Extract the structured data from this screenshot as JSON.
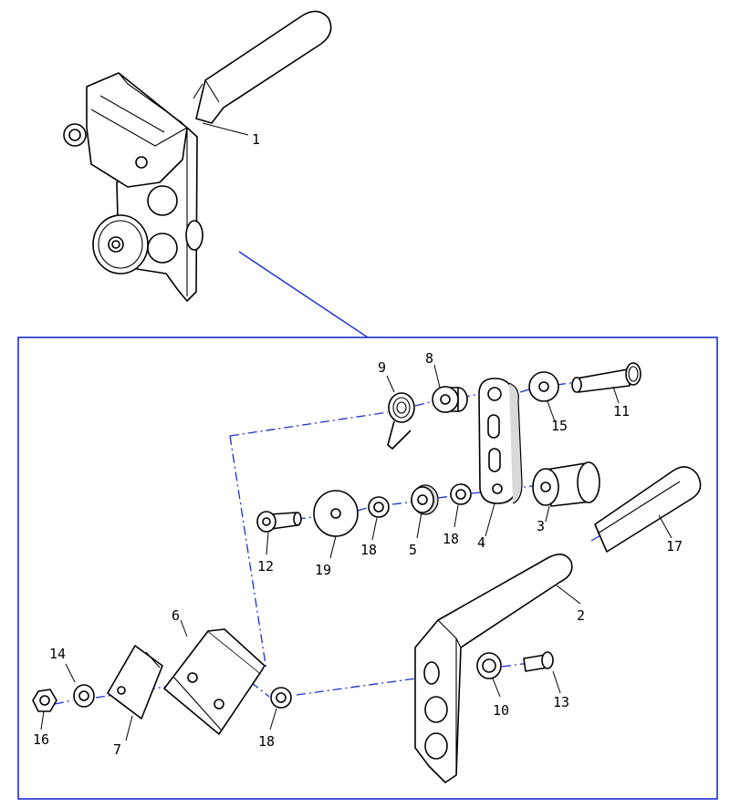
{
  "colors": {
    "frame": "#1c2fd0",
    "line": "#000000",
    "shade": "#d9d9d9"
  },
  "labels": {
    "p1": "1",
    "p2": "2",
    "p3": "3",
    "p4": "4",
    "p5": "5",
    "p6": "6",
    "p7": "7",
    "p8": "8",
    "p9": "9",
    "p10": "10",
    "p11": "11",
    "p12": "12",
    "p13": "13",
    "p14": "14",
    "p15": "15",
    "p16": "16",
    "p17": "17",
    "p18a": "18",
    "p18b": "18",
    "p18c": "18",
    "p19": "19"
  }
}
